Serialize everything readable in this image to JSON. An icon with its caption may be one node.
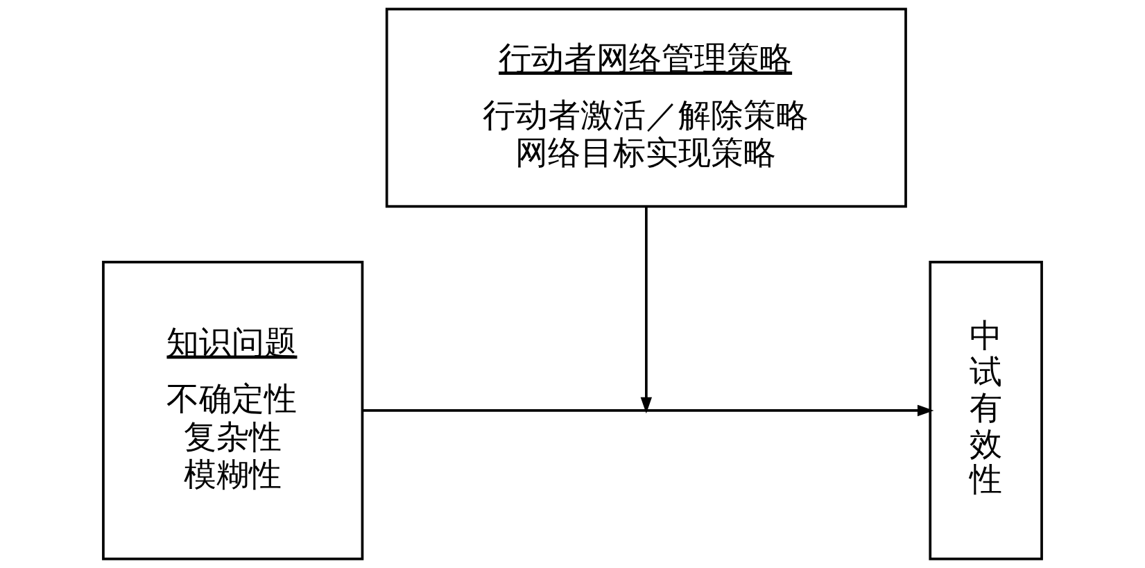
{
  "diagram": {
    "nodes": [
      {
        "text": [
          "知识问题",
          "不确定性",
          "复杂性",
          "模糊性"
        ]
      },
      {
        "text": [
          "行动者网络管理策略",
          "行动者激活／解除策略",
          "网络目标实现策略"
        ]
      },
      {
        "text": [
          "中试有效性"
        ]
      }
    ],
    "edges": [
      {
        "from": 0,
        "to": 2,
        "arrow": "to"
      },
      {
        "from": 1,
        "to": null,
        "arrow": "to"
      }
    ]
  }
}
